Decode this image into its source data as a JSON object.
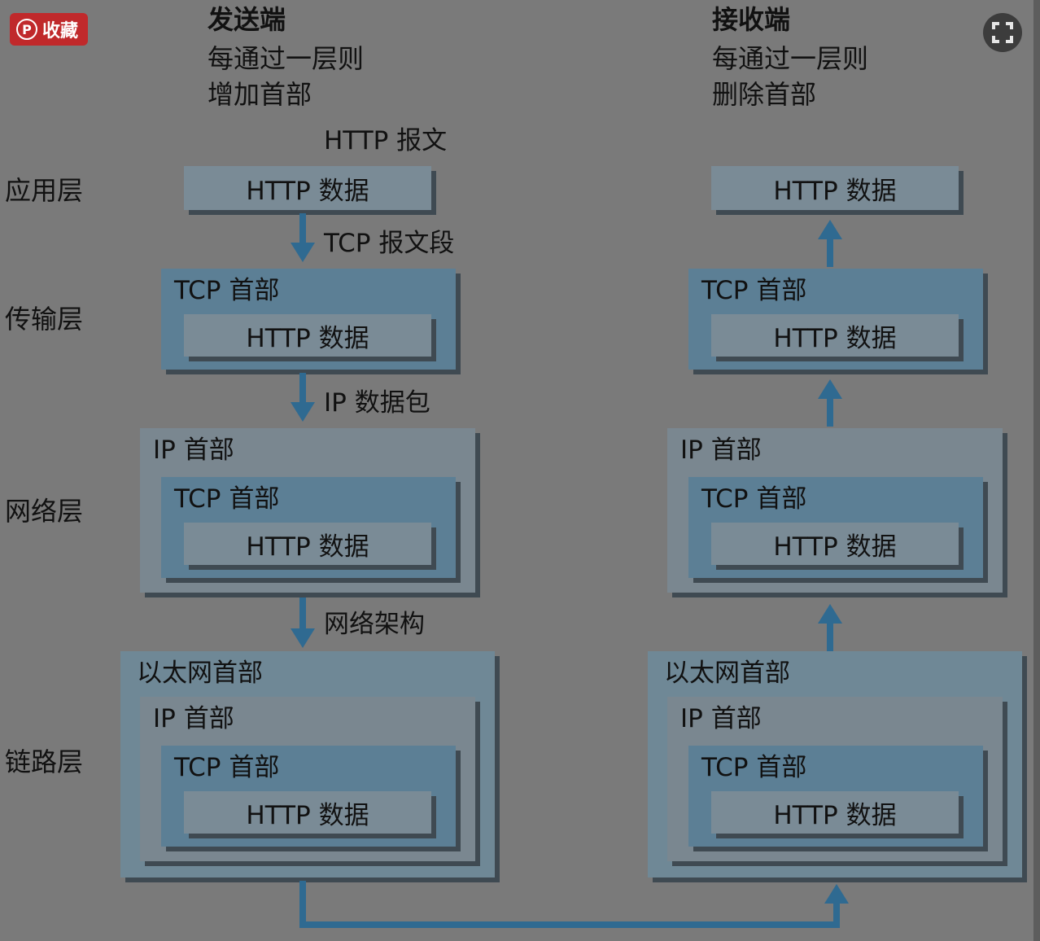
{
  "overlay": {
    "save_label": "收藏"
  },
  "sender": {
    "title": "发送端",
    "line1": "每通过一层则",
    "line2": "增加首部"
  },
  "receiver": {
    "title": "接收端",
    "line1": "每通过一层则",
    "line2": "删除首部"
  },
  "layers": {
    "application": "应用层",
    "transport": "传输层",
    "network": "网络层",
    "link": "链路层"
  },
  "labels": {
    "http_message": "HTTP 报文",
    "tcp_segment": "TCP 报文段",
    "ip_packet": "IP 数据包",
    "network_frame": "网络架构"
  },
  "boxes": {
    "http_data": "HTTP 数据",
    "tcp_header": "TCP 首部",
    "ip_header": "IP 首部",
    "eth_header": "以太网首部"
  },
  "colors": {
    "arrow": "#2f6a91",
    "pin_bg": "#c0292b"
  }
}
